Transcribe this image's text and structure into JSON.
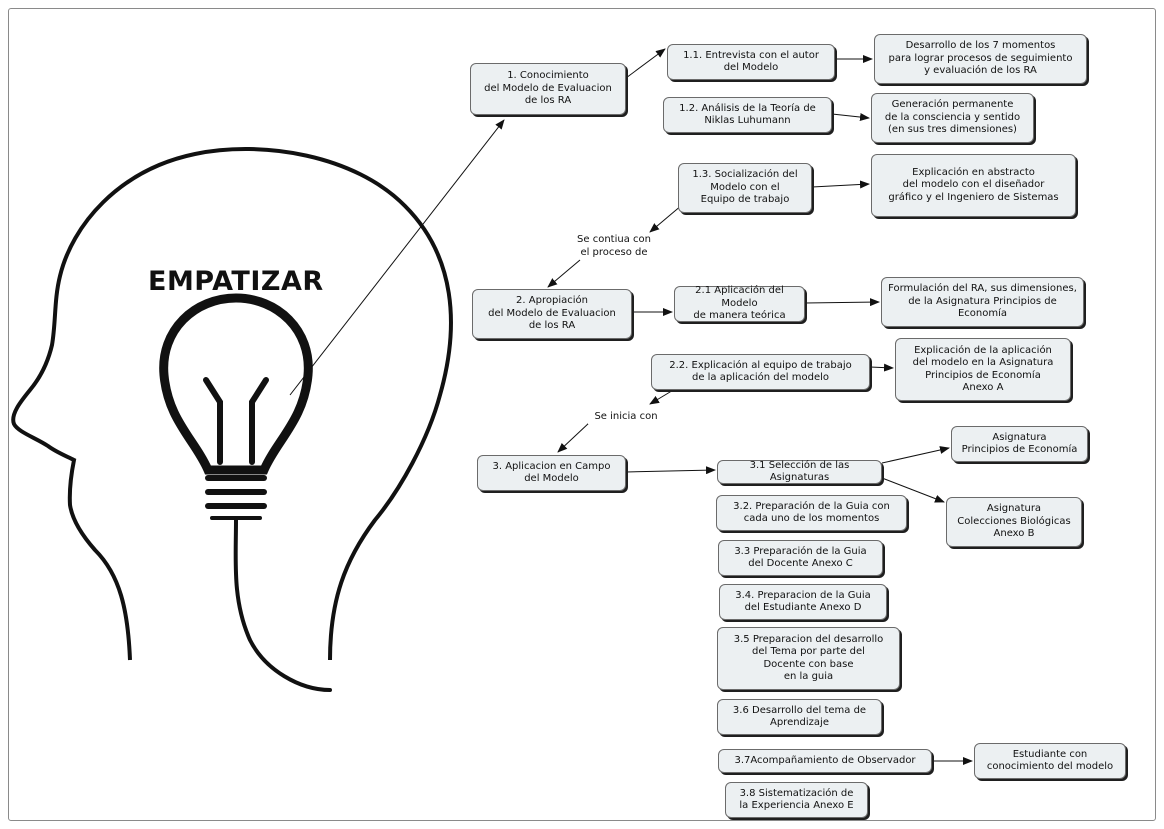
{
  "title": "EMPATIZAR",
  "nodes": {
    "n1": "1. Conocimiento\ndel Modelo de Evaluacion\nde los RA",
    "n11": "1.1. Entrevista con el autor\ndel Modelo",
    "n11r": "Desarrollo de los 7 momentos\npara lograr procesos de seguimiento\ny evaluación de los RA",
    "n12": "1.2. Análisis de la Teoría de\nNiklas Luhumann",
    "n12r": "Generación permanente\nde la consciencia y sentido\n(en sus tres dimensiones)",
    "n13": "1.3. Socialización del\nModelo con el\nEquipo de trabajo",
    "n13r": "Explicación en abstracto\ndel modelo con el diseñador\ngráfico y el Ingeniero de Sistemas",
    "n2": "2. Apropiación\ndel Modelo de Evaluacion\nde los RA",
    "n21": "2.1 Aplicación del Modelo\nde manera teórica",
    "n21r": "Formulación del RA, sus dimensiones,\nde la Asignatura Principios de\nEconomía",
    "n22": "2.2. Explicación al equipo de trabajo\nde la aplicación del modelo",
    "n22r": "Explicación de la aplicación\ndel modelo en la Asignatura\nPrincipios de Economía\nAnexo A",
    "n3": "3. Aplicacion en Campo\ndel Modelo",
    "n31": "3.1 Selección de las Asignaturas",
    "n31a": "Asignatura\nPrincipios de Economía",
    "n31b": "Asignatura\nColecciones Biológicas\nAnexo B",
    "n32": "3.2. Preparación de la Guia con\ncada uno de los momentos",
    "n33": "3.3 Preparación de la Guia\ndel Docente Anexo C",
    "n34": "3.4. Preparacion de la Guia\ndel Estudiante Anexo D",
    "n35": "3.5 Preparacion del desarrollo\ndel Tema por parte del\nDocente con base\nen la guia",
    "n36": "3.6 Desarrollo del tema de\nAprendizaje",
    "n37": "3.7Acompañamiento de Observador",
    "n37r": "Estudiante con\nconocimiento del modelo",
    "n38": "3.8 Sistematización de\nla Experiencia Anexo E"
  },
  "links": {
    "continua": "Se contiua con\nel proceso de",
    "inicia": "Se inicia con"
  },
  "colors": {
    "node_fill": "#ecf0f2",
    "line": "#111111"
  }
}
